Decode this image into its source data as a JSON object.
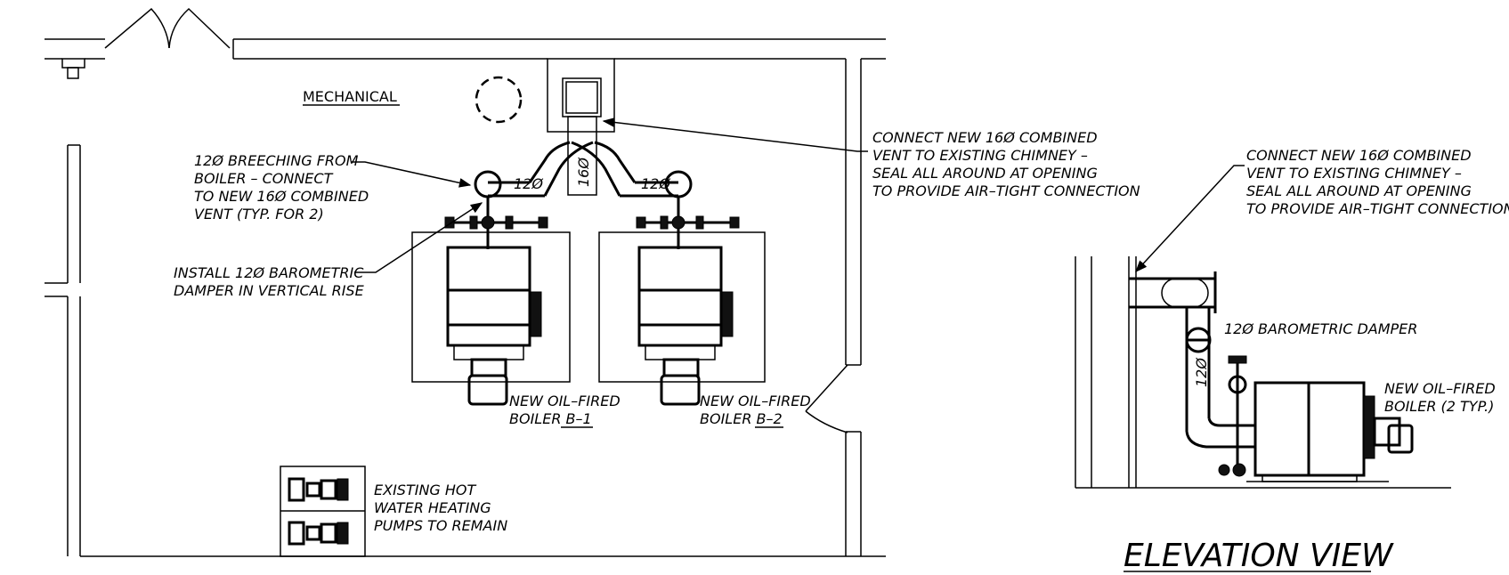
{
  "plan": {
    "room_label": "MECHANICAL",
    "pipe_labels": {
      "left_breeching": "12Ø",
      "combined_vent": "16Ø",
      "right_breeching": "12Ø"
    },
    "notes": {
      "breeching": [
        "12Ø BREECHING FROM",
        "BOILER – CONNECT",
        "TO NEW 16Ø COMBINED",
        "VENT (TYP. FOR 2)"
      ],
      "damper": [
        "INSTALL 12Ø BAROMETRIC",
        "DAMPER IN VERTICAL RISE"
      ],
      "chimney": [
        "CONNECT NEW 16Ø COMBINED",
        "VENT TO EXISTING CHIMNEY –",
        "SEAL ALL AROUND AT OPENING",
        "TO PROVIDE AIR–TIGHT CONNECTION"
      ],
      "boiler_b1": [
        "NEW OIL–FIRED",
        "BOILER B–1"
      ],
      "boiler_b2": [
        "NEW OIL–FIRED",
        "BOILER B–2"
      ],
      "pumps": [
        "EXISTING HOT",
        "WATER HEATING",
        "PUMPS TO REMAIN"
      ]
    }
  },
  "elevation": {
    "title": "ELEVATION VIEW",
    "pipe_label": "12Ø",
    "notes": {
      "chimney": [
        "CONNECT NEW 16Ø COMBINED",
        "VENT TO EXISTING CHIMNEY –",
        "SEAL ALL AROUND AT OPENING",
        "TO PROVIDE AIR–TIGHT CONNECTION"
      ],
      "damper": "12Ø BAROMETRIC DAMPER",
      "boiler": [
        "NEW OIL–FIRED",
        "BOILER (2 TYP.)"
      ]
    }
  }
}
